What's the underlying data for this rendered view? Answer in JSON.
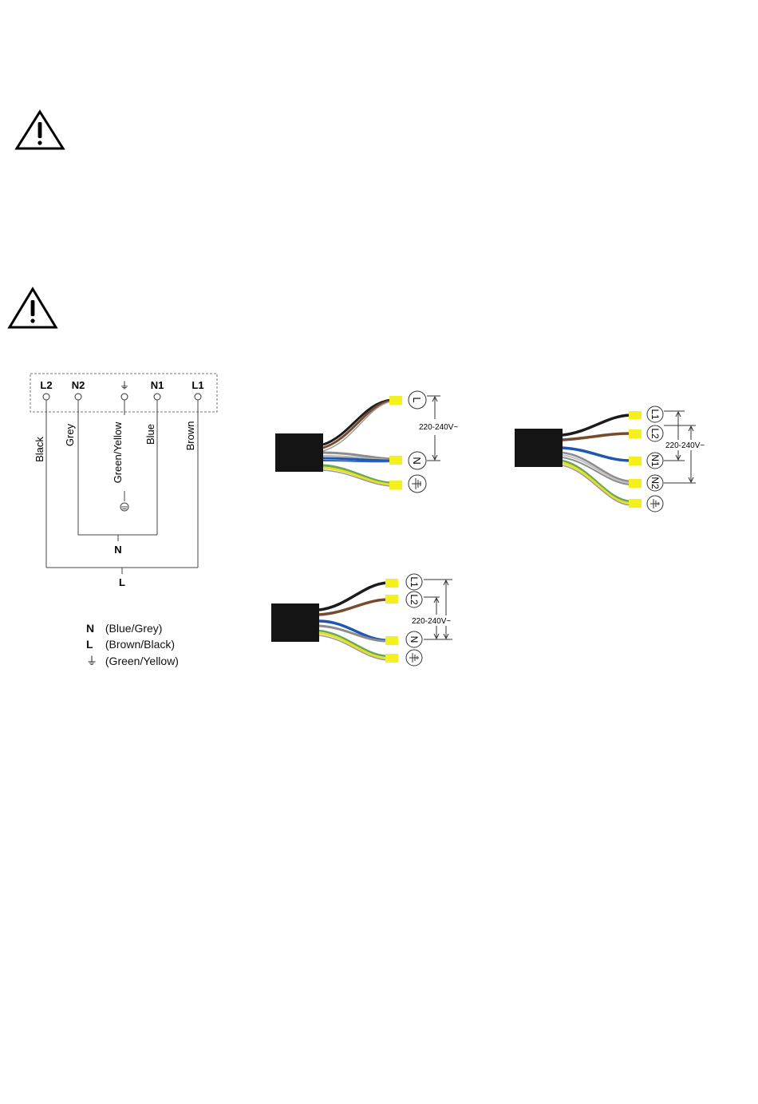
{
  "icons": {
    "warning_1": "warning-triangle-icon",
    "warning_2": "warning-triangle-icon",
    "earth": "earth-ground-icon",
    "connector_block": "connector-block-icon"
  },
  "terminal_block": {
    "terminals": [
      "L2",
      "N2",
      "⏚",
      "N1",
      "L1"
    ],
    "wires": [
      "Black",
      "Grey",
      "Green/Yellow",
      "Blue",
      "Brown"
    ],
    "bus_n": "N",
    "bus_l": "L"
  },
  "legend": [
    {
      "key": "N",
      "text": "(Blue/Grey)"
    },
    {
      "key": "L",
      "text": "(Brown/Black)"
    },
    {
      "key": "⏚",
      "text": "(Green/Yellow)"
    }
  ],
  "voltage_label": "220-240V~",
  "terminal_labels": {
    "L": "L",
    "N": "N",
    "L1": "L1",
    "L2": "L2",
    "N1": "N1",
    "N2": "N2"
  },
  "colors": {
    "wire_black": "#1b1b1b",
    "wire_brown": "#7a4a2e",
    "wire_blue": "#1f56b0",
    "wire_grey": "#8c8c8c",
    "wire_green": "#6aa84f",
    "wire_yellow": "#f2ea3a",
    "sleeve": "#f4ef1e",
    "block": "#141414"
  }
}
